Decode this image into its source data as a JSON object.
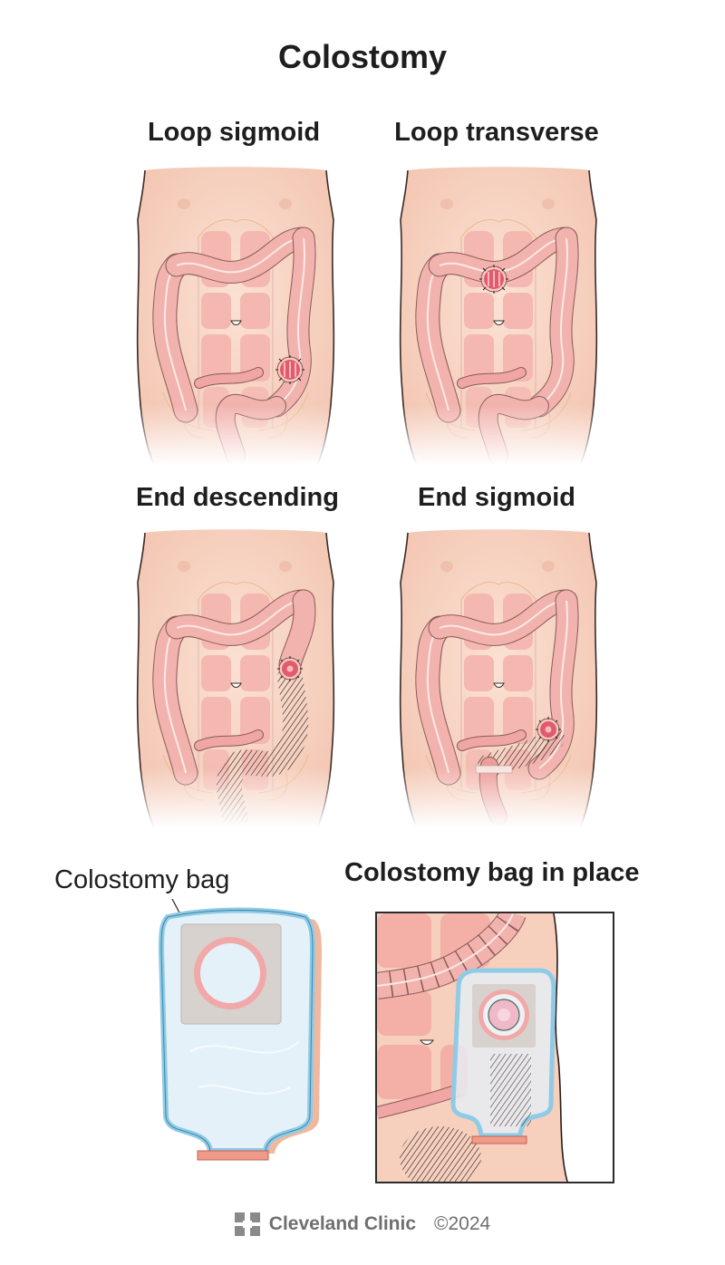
{
  "title": "Colostomy",
  "panels": [
    {
      "label": "Loop sigmoid",
      "stoma_type": "loop",
      "location": "sigmoid"
    },
    {
      "label": "Loop transverse",
      "stoma_type": "loop",
      "location": "transverse"
    },
    {
      "label": "End descending",
      "stoma_type": "end",
      "location": "descending"
    },
    {
      "label": "End sigmoid",
      "stoma_type": "end",
      "location": "sigmoid"
    }
  ],
  "bag_section": {
    "bag_label": "Colostomy bag",
    "in_place_label": "Colostomy bag in place"
  },
  "footer": {
    "brand": "Cleveland Clinic",
    "copyright": "©2024"
  },
  "colors": {
    "skin": "#f6d2c0",
    "skin_outline": "#3a2a26",
    "colon": "#f2b3ae",
    "colon_outline": "#8a5a58",
    "stoma": "#e05a6a",
    "muscle": "#f3b5ad",
    "bag_outline": "#8fcbe6",
    "bag_fill": "#e4f1f9",
    "wafer": "#d8d2cf",
    "ring": "#f1a8a8",
    "clamp": "#f09a8a",
    "footer_text": "#6f6f6f"
  }
}
